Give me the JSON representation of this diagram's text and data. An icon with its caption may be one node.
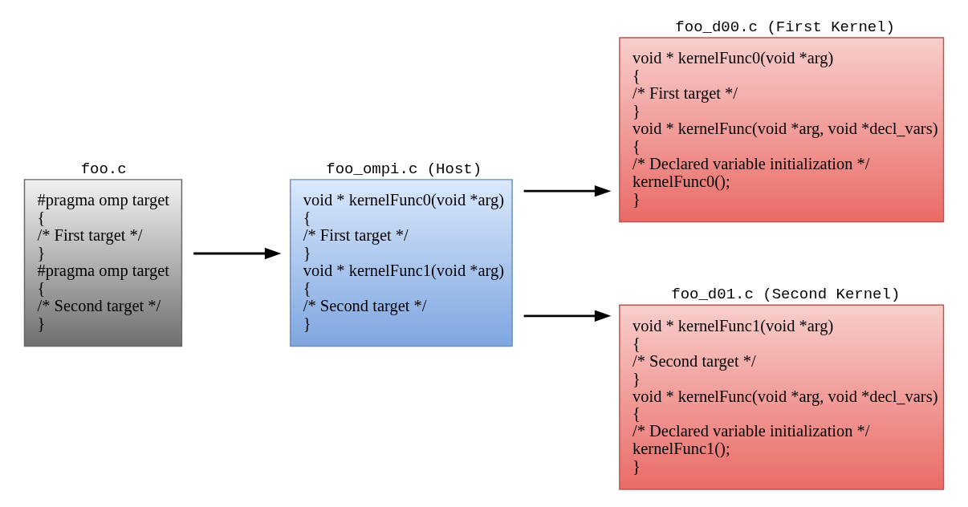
{
  "diagram": {
    "nodes": [
      {
        "text": [
          "foo.c",
          "#pragma omp target",
          "{",
          "/* First target */",
          "}",
          "#pragma omp target",
          "{",
          "/* Second target */",
          "}"
        ]
      },
      {
        "text": [
          "foo_ompi.c (Host)",
          "void * kernelFunc0(void *arg)",
          "{",
          "/* First target */",
          "}",
          "void * kernelFunc1(void *arg)",
          "{",
          "/* Second target */",
          "}"
        ]
      },
      {
        "text": [
          "foo_d00.c (First Kernel)",
          "void * kernelFunc0(void *arg)",
          "{",
          "/* First target */",
          "}",
          "void * kernelFunc(void *arg, void *decl_vars)",
          "{",
          "/* Declared variable initialization */",
          "kernelFunc0();",
          "}"
        ]
      },
      {
        "text": [
          "foo_d01.c (Second Kernel)",
          "void * kernelFunc1(void *arg)",
          "{",
          "/* Second target */",
          "}",
          "void * kernelFunc(void *arg, void *decl_vars)",
          "{",
          "/* Declared variable initialization */",
          "kernelFunc1();",
          "}"
        ]
      }
    ],
    "edges": [
      {
        "from": 0,
        "to": 1,
        "arrow": "to"
      },
      {
        "from": 1,
        "to": 2,
        "arrow": "to"
      },
      {
        "from": 1,
        "to": 3,
        "arrow": "to"
      }
    ]
  }
}
